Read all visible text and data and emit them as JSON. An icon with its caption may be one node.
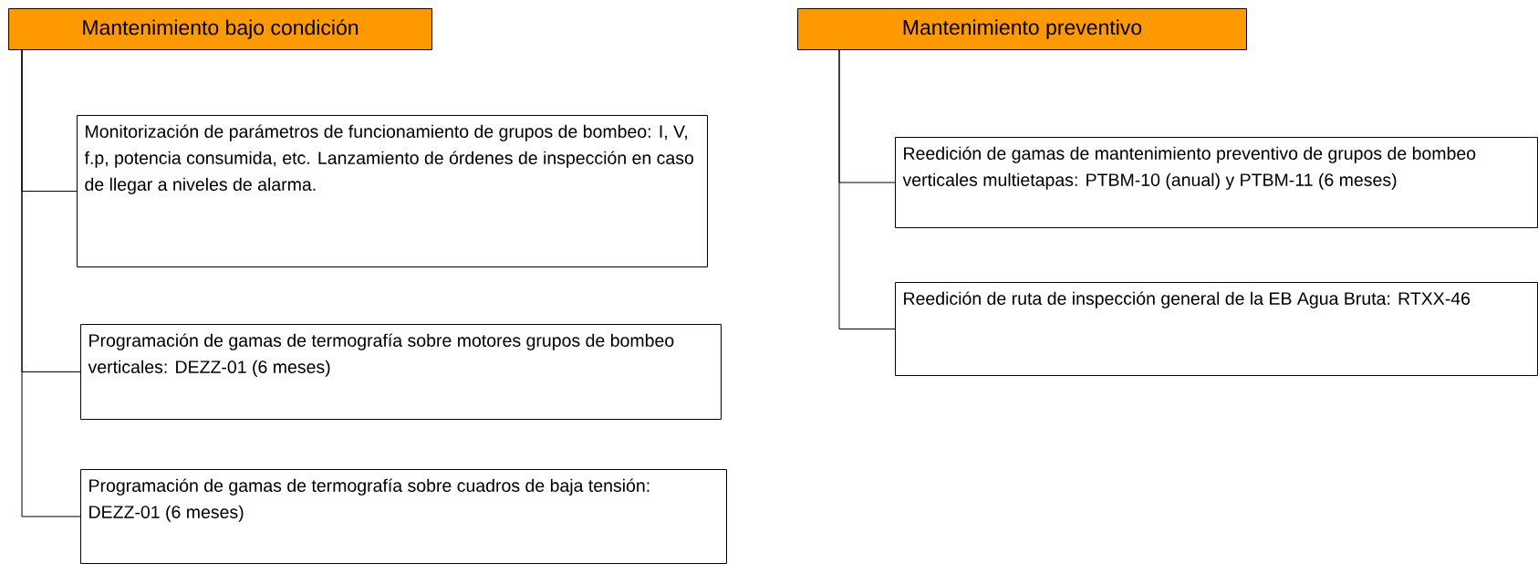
{
  "diagram": {
    "nodes": [
      {
        "text": [
          "Mantenimiento bajo condición"
        ]
      },
      {
        "text": [
          "Monitorización de parámetros de funcionamiento de grupos de bombeo: I, V, f.p, potencia consumida, etc. Lanzamiento de órdenes de inspección en caso de llegar a niveles de alarma."
        ]
      },
      {
        "text": [
          "Programación de gamas de termografía sobre motores grupos de bombeo verticales: DEZZ-01 (6 meses)"
        ]
      },
      {
        "text": [
          "Programación de gamas de termografía sobre cuadros de baja tensión: DEZZ-01 (6 meses)"
        ]
      },
      {
        "text": [
          "Mantenimiento preventivo"
        ]
      },
      {
        "text": [
          "Reedición de gamas de mantenimiento preventivo de grupos de bombeo verticales multietapas: PTBM-10 (anual) y PTBM-11 (6 meses)"
        ]
      },
      {
        "text": [
          "Reedición de ruta de inspección general de la EB Agua Bruta: RTXX-46"
        ]
      }
    ],
    "edges": [
      {
        "from": 0,
        "to": 1,
        "arrow": "none"
      },
      {
        "from": 0,
        "to": 2,
        "arrow": "none"
      },
      {
        "from": 0,
        "to": 3,
        "arrow": "none"
      },
      {
        "from": 4,
        "to": 5,
        "arrow": "none"
      },
      {
        "from": 4,
        "to": 6,
        "arrow": "none"
      }
    ]
  }
}
